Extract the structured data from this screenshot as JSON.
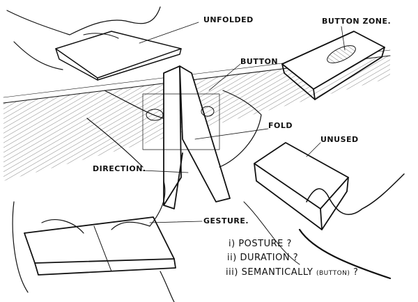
{
  "labels": {
    "unfolded": "UNFOLDED",
    "button_zone": "BUTTON ZONE.",
    "button": "BUTTON",
    "fold": "FOLD",
    "unused": "UNUSED",
    "direction": "DIRECTION.",
    "gesture": "GESTURE."
  },
  "questions": [
    {
      "num": "i)",
      "text": "POSTURE ?"
    },
    {
      "num": "ii)",
      "text": "DURATION ?"
    },
    {
      "num": "iii)",
      "text": "SEMANTICALLY",
      "note": "(BUTTON)",
      "end": "?"
    }
  ],
  "colors": {
    "ink": "#111111",
    "paper": "#ffffff"
  }
}
